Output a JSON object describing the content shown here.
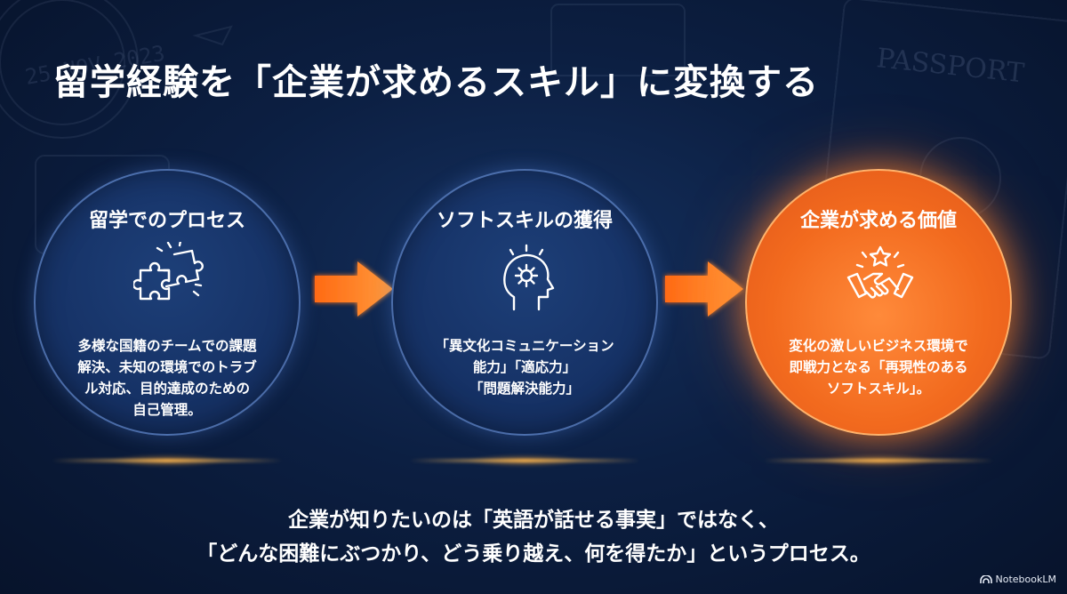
{
  "title": "留学経験を「企業が求めるスキル」に変換する",
  "background": {
    "stamp_date": "25 NOV 2023",
    "passport_text": "PASSPORT"
  },
  "colors": {
    "background": "#0c1f42",
    "circle_blue": "#163266",
    "circle_orange": "#f26a1e",
    "arrow_orange": "#ff7a1e",
    "text": "#ffffff"
  },
  "steps": [
    {
      "title": "留学でのプロセス",
      "icon": "puzzle-icon",
      "body_lines": [
        "多様な国籍のチームでの課題",
        "解決、未知の環境でのトラブ",
        "ル対応、目的達成のための",
        "自己管理。"
      ]
    },
    {
      "title": "ソフトスキルの獲得",
      "icon": "head-gear-icon",
      "body_lines": [
        "「異文化コミュニケーション",
        "能力」「適応力」",
        "「問題解決能力」"
      ]
    },
    {
      "title": "企業が求める価値",
      "icon": "handshake-star-icon",
      "body_lines": [
        "変化の激しいビジネス環境で",
        "即戦力となる「再現性のある",
        "ソフトスキル」。"
      ]
    }
  ],
  "message_lines": [
    "企業が知りたいのは「英語が話せる事実」ではなく、",
    "「どんな困難にぶつかり、どう乗り越え、何を得たか」というプロセス。"
  ],
  "brand": "NotebookLM"
}
